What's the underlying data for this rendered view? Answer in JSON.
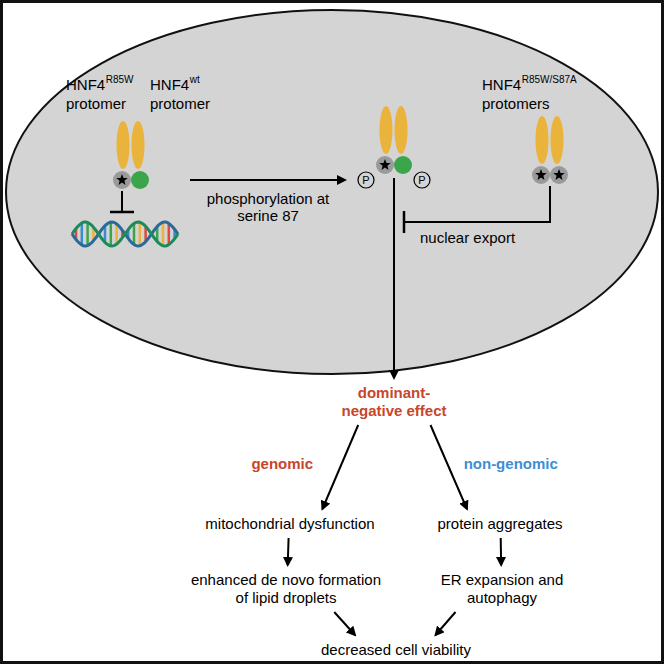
{
  "diagram": {
    "nodes": [
      {
        "text": [
          "dominant-negative effect"
        ]
      },
      {
        "text": [
          "mitochondrial dysfunction"
        ]
      },
      {
        "text": [
          "protein aggregates"
        ]
      },
      {
        "text": [
          "enhanced de novo formation of lipid droplets"
        ]
      },
      {
        "text": [
          "ER expansion and autophagy"
        ]
      },
      {
        "text": [
          "decreased cell viability"
        ]
      }
    ],
    "edges": [
      {
        "from": 0,
        "to": 1,
        "arrow": "to",
        "label": "genomic"
      },
      {
        "from": 0,
        "to": 2,
        "arrow": "to",
        "label": "non-genomic"
      },
      {
        "from": 1,
        "to": 3,
        "arrow": "to"
      },
      {
        "from": 2,
        "to": 4,
        "arrow": "to"
      },
      {
        "from": 3,
        "to": 5,
        "arrow": "to"
      },
      {
        "from": 4,
        "to": 5,
        "arrow": "to"
      }
    ],
    "labels": [
      "HNF4",
      "R85W",
      "protomer",
      "HNF4",
      "wt",
      "protomer",
      "phosphorylation at serine 87",
      "P",
      "P",
      "HNF4",
      "R85W/S87A",
      "protomers",
      "nuclear export"
    ]
  }
}
